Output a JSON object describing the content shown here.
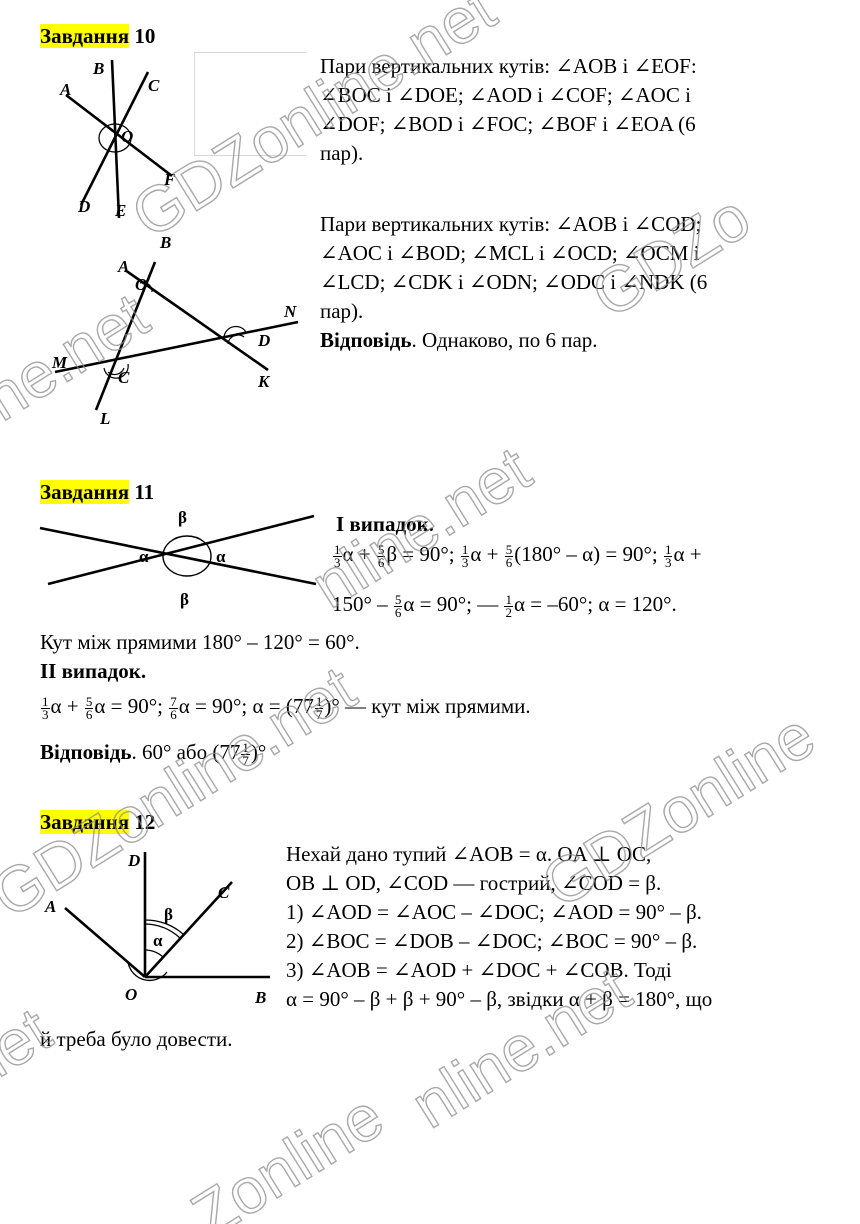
{
  "task10": {
    "title_word": "Завдання",
    "title_num": " 10",
    "para1": {
      "l1": "Пари вертикальних кутів: ∠AOB і ∠EOF:",
      "l2": "∠BOC і ∠DOE; ∠AOD і ∠COF; ∠AOC і",
      "l3": "∠DOF; ∠BOD і ∠FOC; ∠BOF і ∠EOA (6",
      "l4": "пар)."
    },
    "para2": {
      "l1": "Пари вертикальних кутів: ∠AOB і ∠COD;",
      "l2": "∠AOC і ∠BOD; ∠MCL і ∠OCD; ∠OCM і",
      "l3": "∠LCD; ∠CDK і ∠ODN; ∠ODC і ∠NDK (6",
      "l4": "пар)."
    },
    "answer_label": "Відповідь",
    "answer_text": ". Однаково, по 6 пар.",
    "fig1_labels": {
      "A": "A",
      "B": "B",
      "C": "C",
      "O": "O",
      "F": "F",
      "D": "D",
      "E": "E"
    },
    "fig2_labels": {
      "A": "A",
      "B": "B",
      "O": "O",
      "N": "N",
      "D": "D",
      "M": "M",
      "C": "C",
      "K": "K",
      "L": "L"
    }
  },
  "task11": {
    "title_word": "Завдання",
    "title_num": " 11",
    "case1": "І випадок.",
    "f_1_3": {
      "n": "1",
      "d": "3"
    },
    "f_5_6": {
      "n": "5",
      "d": "6"
    },
    "f_1_2": {
      "n": "1",
      "d": "2"
    },
    "f_7_6": {
      "n": "7",
      "d": "6"
    },
    "f_1_7": {
      "n": "1",
      "d": "7"
    },
    "eq1": {
      "a": "α + ",
      "b": "β = 90°; ",
      "c": "α + ",
      "d": "(180° – α) = 90°; ",
      "e": "α +"
    },
    "eq2": {
      "a": "150° – ",
      "b": "α = 90°; — ",
      "c": "α = –60°; α = 120°."
    },
    "angle_line": "Кут між прямими 180° – 120° = 60°.",
    "case2": "ІІ випадок.",
    "eq3": {
      "a": "α + ",
      "b": "α = 90°; ",
      "c": "α = 90°; α = (77",
      "d": ")° — кут між прямими."
    },
    "answer_label": "Відповідь",
    "answer_a": ". 60° або (77",
    "answer_b": ")°",
    "fig_labels": {
      "beta_top": "β",
      "beta_bot": "β",
      "alpha_left": "α",
      "alpha_right": "α"
    }
  },
  "task12": {
    "title_word": "Завдання",
    "title_num": " 12",
    "l1": "Нехай дано тупий ∠AOB = α. OA ⊥ OC,",
    "l2": "OB ⊥ OD, ∠COD — гострий, ∠COD = β.",
    "l3": "1) ∠AOD = ∠AOC – ∠DOC; ∠AOD = 90° – β.",
    "l4": "2) ∠BOC = ∠DOB – ∠DOC; ∠BOC = 90° – β.",
    "l5": "3) ∠AOB = ∠AOD + ∠DOC + ∠COB. Тоді",
    "l6": "α = 90° – β + β + 90° – β, звідки α + β = 180°, що",
    "l7": "й треба було довести.",
    "fig_labels": {
      "D": "D",
      "A": "A",
      "C": "C",
      "O": "O",
      "B": "B",
      "beta": "β",
      "alpha": "α"
    }
  }
}
